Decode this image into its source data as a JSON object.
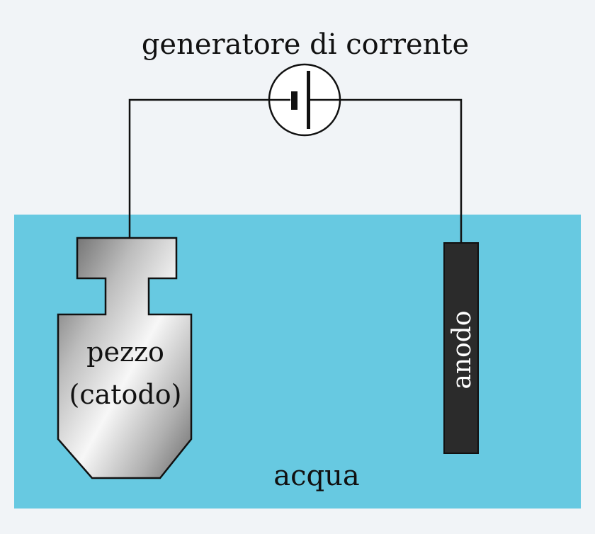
{
  "labels": {
    "generator": "generatore di corrente",
    "piece_line1": "pezzo",
    "piece_line2": "(catodo)",
    "anode": "anodo",
    "water": "acqua"
  },
  "colors": {
    "background": "#f1f4f7",
    "water": "#67c9e1",
    "wire": "#111111",
    "anode": "#2b2b2b",
    "cathode_light": "#f2f2f2",
    "cathode_dark": "#777777"
  },
  "icons": {
    "generator": "battery-symbol-icon"
  }
}
